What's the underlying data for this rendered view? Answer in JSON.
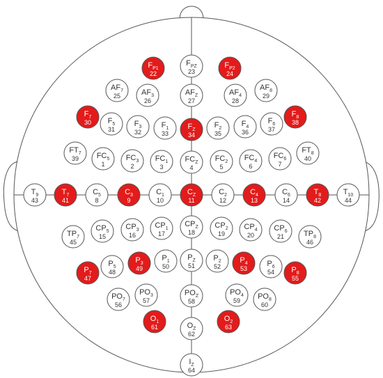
{
  "colors": {
    "outline": "#555555",
    "electrode_fill": "#ffffff",
    "electrode_active": "#e31b1b",
    "text": "#333333"
  },
  "electrodes": [
    {
      "name": "F",
      "sub": "PZ",
      "num": "23",
      "active": false
    },
    {
      "name": "F",
      "sub": "P1",
      "num": "22",
      "active": true
    },
    {
      "name": "F",
      "sub": "P2",
      "num": "24",
      "active": true
    },
    {
      "name": "AF",
      "sub": "7",
      "num": "25",
      "active": false
    },
    {
      "name": "AF",
      "sub": "3",
      "num": "26",
      "active": false
    },
    {
      "name": "AF",
      "sub": "Z",
      "num": "27",
      "active": false
    },
    {
      "name": "AF",
      "sub": "4",
      "num": "28",
      "active": false
    },
    {
      "name": "AF",
      "sub": "8",
      "num": "29",
      "active": false
    },
    {
      "name": "F",
      "sub": "7",
      "num": "30",
      "active": true
    },
    {
      "name": "F",
      "sub": "5",
      "num": "31",
      "active": false
    },
    {
      "name": "F",
      "sub": "3",
      "num": "32",
      "active": false
    },
    {
      "name": "F",
      "sub": "1",
      "num": "33",
      "active": false
    },
    {
      "name": "F",
      "sub": "Z",
      "num": "34",
      "active": true
    },
    {
      "name": "F",
      "sub": "2",
      "num": "35",
      "active": false
    },
    {
      "name": "F",
      "sub": "4",
      "num": "36",
      "active": false
    },
    {
      "name": "F",
      "sub": "6",
      "num": "37",
      "active": false
    },
    {
      "name": "F",
      "sub": "8",
      "num": "38",
      "active": true
    },
    {
      "name": "FT",
      "sub": "7",
      "num": "39",
      "active": false
    },
    {
      "name": "FC",
      "sub": "5",
      "num": "1",
      "active": false
    },
    {
      "name": "FC",
      "sub": "3",
      "num": "2",
      "active": false
    },
    {
      "name": "FC",
      "sub": "1",
      "num": "3",
      "active": false
    },
    {
      "name": "FC",
      "sub": "Z",
      "num": "4",
      "active": false
    },
    {
      "name": "FC",
      "sub": "2",
      "num": "5",
      "active": false
    },
    {
      "name": "FC",
      "sub": "4",
      "num": "6",
      "active": false
    },
    {
      "name": "FC",
      "sub": "6",
      "num": "7",
      "active": false
    },
    {
      "name": "FT",
      "sub": "8",
      "num": "40",
      "active": false
    },
    {
      "name": "T",
      "sub": "9",
      "num": "43",
      "active": false
    },
    {
      "name": "T",
      "sub": "7",
      "num": "41",
      "active": true
    },
    {
      "name": "C",
      "sub": "5",
      "num": "8",
      "active": false
    },
    {
      "name": "C",
      "sub": "3",
      "num": "9",
      "active": true
    },
    {
      "name": "C",
      "sub": "1",
      "num": "10",
      "active": false
    },
    {
      "name": "C",
      "sub": "Z",
      "num": "11",
      "active": true
    },
    {
      "name": "C",
      "sub": "2",
      "num": "12",
      "active": false
    },
    {
      "name": "C",
      "sub": "4",
      "num": "13",
      "active": true
    },
    {
      "name": "C",
      "sub": "6",
      "num": "14",
      "active": false
    },
    {
      "name": "T",
      "sub": "8",
      "num": "42",
      "active": true
    },
    {
      "name": "T",
      "sub": "10",
      "num": "44",
      "active": false
    },
    {
      "name": "TP",
      "sub": "7",
      "num": "45",
      "active": false
    },
    {
      "name": "CP",
      "sub": "5",
      "num": "15",
      "active": false
    },
    {
      "name": "CP",
      "sub": "3",
      "num": "16",
      "active": false
    },
    {
      "name": "CP",
      "sub": "1",
      "num": "17",
      "active": false
    },
    {
      "name": "CP",
      "sub": "Z",
      "num": "18",
      "active": false
    },
    {
      "name": "CP",
      "sub": "2",
      "num": "19",
      "active": false
    },
    {
      "name": "CP",
      "sub": "4",
      "num": "20",
      "active": false
    },
    {
      "name": "CP",
      "sub": "6",
      "num": "21",
      "active": false
    },
    {
      "name": "TP",
      "sub": "8",
      "num": "46",
      "active": false
    },
    {
      "name": "P",
      "sub": "7",
      "num": "47",
      "active": true
    },
    {
      "name": "P",
      "sub": "5",
      "num": "48",
      "active": false
    },
    {
      "name": "P",
      "sub": "3",
      "num": "49",
      "active": true
    },
    {
      "name": "P",
      "sub": "1",
      "num": "50",
      "active": false
    },
    {
      "name": "P",
      "sub": "Z",
      "num": "51",
      "active": false
    },
    {
      "name": "P",
      "sub": "2",
      "num": "52",
      "active": false
    },
    {
      "name": "P",
      "sub": "4",
      "num": "53",
      "active": true
    },
    {
      "name": "P",
      "sub": "6",
      "num": "54",
      "active": false
    },
    {
      "name": "P",
      "sub": "8",
      "num": "55",
      "active": true
    },
    {
      "name": "PO",
      "sub": "7",
      "num": "56",
      "active": false
    },
    {
      "name": "PO",
      "sub": "3",
      "num": "57",
      "active": false
    },
    {
      "name": "PO",
      "sub": "Z",
      "num": "58",
      "active": false
    },
    {
      "name": "PO",
      "sub": "4",
      "num": "59",
      "active": false
    },
    {
      "name": "PO",
      "sub": "8",
      "num": "60",
      "active": false
    },
    {
      "name": "O",
      "sub": "1",
      "num": "61",
      "active": true
    },
    {
      "name": "O",
      "sub": "Z",
      "num": "62",
      "active": false
    },
    {
      "name": "O",
      "sub": "2",
      "num": "63",
      "active": true
    },
    {
      "name": "I",
      "sub": "Z",
      "num": "64",
      "active": false
    }
  ]
}
